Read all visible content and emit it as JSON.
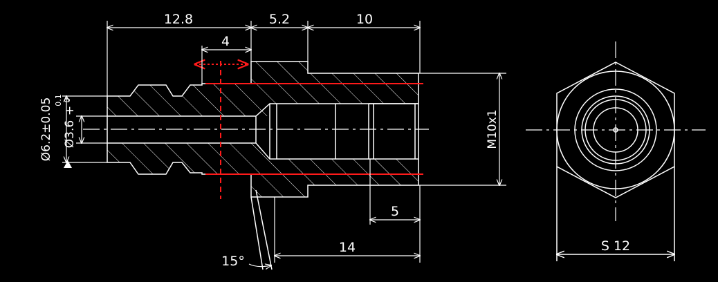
{
  "drawing": {
    "colors": {
      "background": "#000000",
      "lines": "#ffffff",
      "highlight": "#ff1a1a"
    },
    "dimensions": {
      "d_12_8": "12.8",
      "d_5_2": "5.2",
      "d_10": "10",
      "d_4": "4",
      "d_5": "5",
      "d_14": "14",
      "d_15deg": "15°",
      "d_m10": "M10x1",
      "d_s12": "S 12",
      "d_dia62": "Ø6.2±0.05",
      "d_dia36": "Ø3.6",
      "d_tol_plus": "+",
      "d_tol_upper": "0.1",
      "d_tol_lower": "0"
    }
  }
}
